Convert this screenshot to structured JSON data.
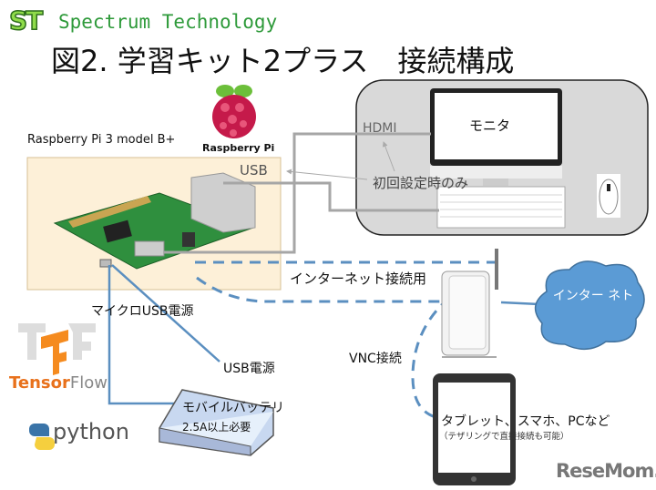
{
  "header": {
    "logo_mark": "ST",
    "logo_name": "Spectrum Technology",
    "title": "図2. 学習キット2プラス　接続構成"
  },
  "raspberry_pi": {
    "model": "Raspberry Pi 3 model B+",
    "brand": "Raspberry Pi",
    "usb_label": "USB"
  },
  "desk": {
    "hdmi_label": "HDMI",
    "first_setup_note": "初回設定時のみ",
    "monitor_label": "モニタ"
  },
  "network": {
    "internet_use_label": "インターネット接続用",
    "vnc_label": "VNC接続",
    "cloud_label": "インター ネト"
  },
  "power": {
    "micro_usb_label": "マイクロUSB電源",
    "usb_power_label": "USB電源",
    "battery_name": "モバイルバッテリ",
    "battery_requirement": "2.5A以上必要"
  },
  "devices": {
    "label": "タブレット、スマホ、PCなど",
    "note": "（テザリングで直接接続も可能）"
  },
  "logos": {
    "tensorflow_a": "Tensor",
    "tensorflow_b": "Flow",
    "python": "python",
    "resemom": "ReseMom."
  },
  "colors": {
    "connection_blue": "#5b8fc0",
    "cable_gray": "#a6a6a6",
    "desk_gray": "#d9d9d9",
    "pi_box": "#fdf0d8",
    "cloud_blue": "#5b9bd5"
  }
}
